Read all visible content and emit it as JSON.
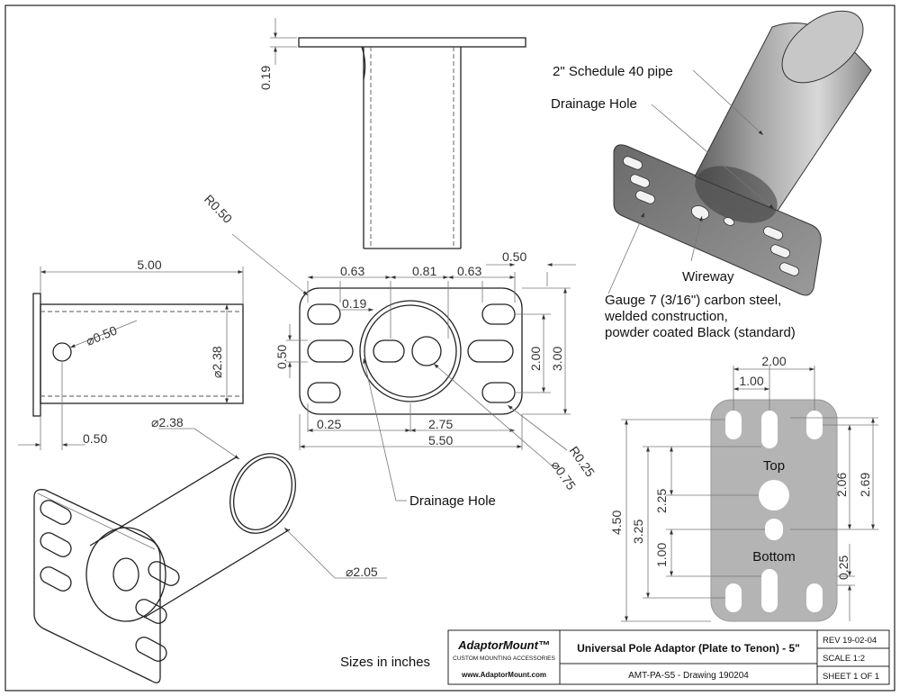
{
  "dims": {
    "plate_thickness": "0.19",
    "pipe_length": "5.00",
    "pipe_od_side": "⌀2.38",
    "side_hole": "⌀0.50",
    "side_hole_offset": "0.50",
    "slot_spacing_left": "0.63",
    "center_spacing": "0.81",
    "slot_spacing_right": "0.63",
    "slot_width_top": "0.50",
    "offset_inner": "0.19",
    "corner_radius": "R0.50",
    "slot_height": "0.50",
    "slot_vertical_spacing": "2.00",
    "plate_height": "3.00",
    "edge_offset": "0.25",
    "center_to_slot": "2.75",
    "plate_width": "5.50",
    "slot_radius": "R0.25",
    "wireway_diameter": "⌀0.75",
    "iso_pipe_od": "⌀2.38",
    "iso_pipe_id": "⌀2.05",
    "bolt_spacing_outer": "2.00",
    "bolt_spacing_inner": "1.00",
    "bolt_height_total": "4.50",
    "bolt_height_mid": "3.25",
    "top_to_center": "2.25",
    "bottom_spacing": "1.00",
    "right_short": "2.06",
    "right_long": "2.69",
    "right_small": "0.25"
  },
  "labels": {
    "schedule_pipe": "2\" Schedule 40 pipe",
    "drainage_hole_render": "Drainage Hole",
    "drainage_hole_front": "Drainage Hole",
    "wireway": "Wireway",
    "material_line1": "Gauge 7 (3/16\") carbon steel,",
    "material_line2": "welded construction,",
    "material_line3": "powder coated Black (standard)",
    "top": "Top",
    "bottom": "Bottom",
    "sizes_note": "Sizes in inches"
  },
  "title_block": {
    "company": "AdaptorMount™",
    "tagline": "CUSTOM MOUNTING ACCESSORIES",
    "website": "www.AdaptorMount.com",
    "title": "Universal Pole Adaptor (Plate to Tenon) - 5\"",
    "drawing_number": "AMT-PA-S5 - Drawing 190204",
    "revision": "REV 19-02-04",
    "scale": "SCALE 1:2",
    "sheet": "SHEET 1 OF 1"
  }
}
